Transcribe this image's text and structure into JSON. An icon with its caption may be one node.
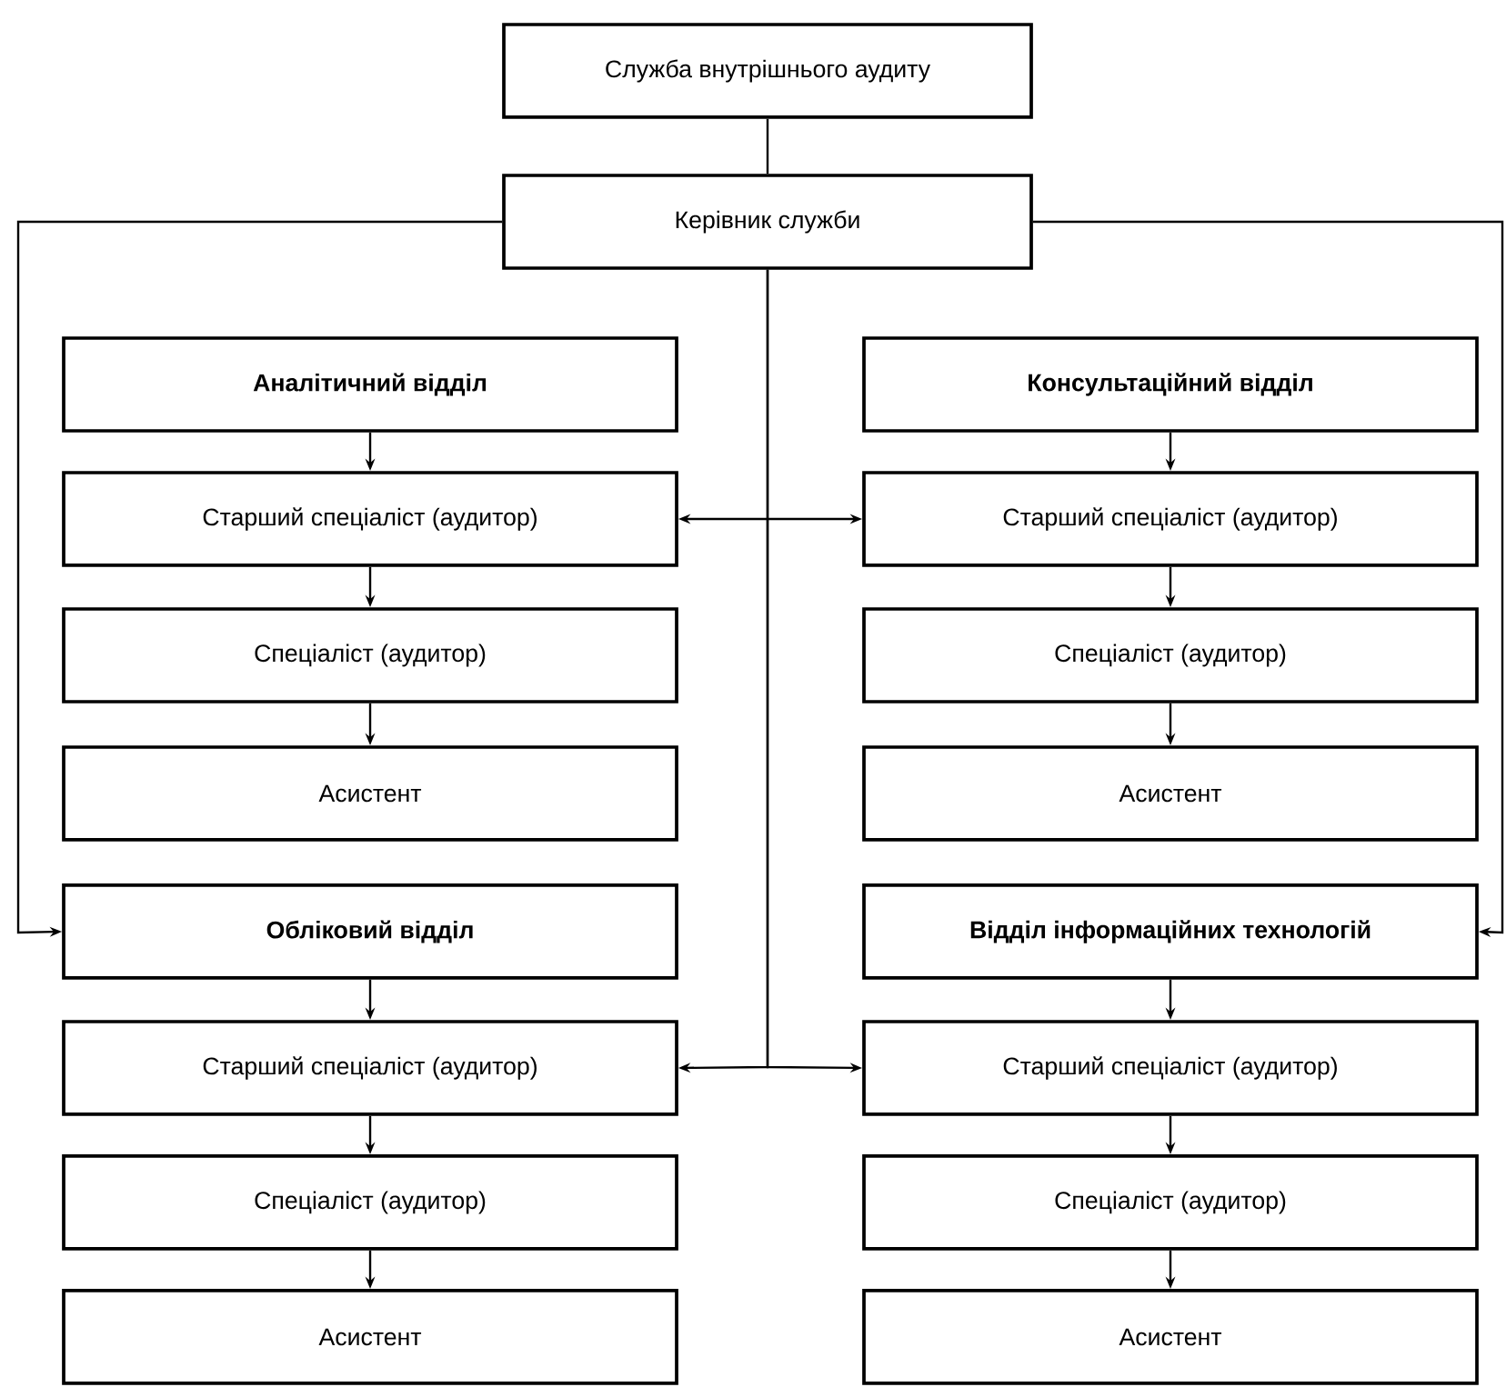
{
  "diagram": {
    "nodes": [
      {
        "text": [
          "Служба внутрішнього аудиту"
        ]
      },
      {
        "text": [
          "Керівник служби"
        ]
      },
      {
        "text": [
          "Аналітичний відділ"
        ]
      },
      {
        "text": [
          "Старший спеціаліст (аудитор)"
        ]
      },
      {
        "text": [
          "Спеціаліст (аудитор)"
        ]
      },
      {
        "text": [
          "Асистент"
        ]
      },
      {
        "text": [
          "Консультаційний відділ"
        ]
      },
      {
        "text": [
          "Старший спеціаліст (аудитор)"
        ]
      },
      {
        "text": [
          "Спеціаліст (аудитор)"
        ]
      },
      {
        "text": [
          "Асистент"
        ]
      },
      {
        "text": [
          "Обліковий відділ"
        ]
      },
      {
        "text": [
          "Старший спеціаліст (аудитор)"
        ]
      },
      {
        "text": [
          "Спеціаліст (аудитор)"
        ]
      },
      {
        "text": [
          "Асистент"
        ]
      },
      {
        "text": [
          "Відділ інформаційних технологій"
        ]
      },
      {
        "text": [
          "Старший спеціаліст (аудитор)"
        ]
      },
      {
        "text": [
          "Спеціаліст (аудитор)"
        ]
      },
      {
        "text": [
          "Асистент"
        ]
      }
    ],
    "edges": [
      {
        "from": 0,
        "to": 1,
        "arrow": "none"
      },
      {
        "from": 1,
        "to": 10,
        "arrow": "to"
      },
      {
        "from": 1,
        "to": 14,
        "arrow": "to"
      },
      {
        "from": 1,
        "to": 11,
        "arrow": "to"
      },
      {
        "from": 1,
        "to": 15,
        "arrow": "to"
      },
      {
        "from": 3,
        "to": 7,
        "arrow": "both"
      },
      {
        "from": 2,
        "to": 3,
        "arrow": "to"
      },
      {
        "from": 3,
        "to": 4,
        "arrow": "to"
      },
      {
        "from": 4,
        "to": 5,
        "arrow": "to"
      },
      {
        "from": 6,
        "to": 7,
        "arrow": "to"
      },
      {
        "from": 7,
        "to": 8,
        "arrow": "to"
      },
      {
        "from": 8,
        "to": 9,
        "arrow": "to"
      },
      {
        "from": 10,
        "to": 11,
        "arrow": "to"
      },
      {
        "from": 11,
        "to": 12,
        "arrow": "to"
      },
      {
        "from": 12,
        "to": 13,
        "arrow": "to"
      },
      {
        "from": 14,
        "to": 15,
        "arrow": "to"
      },
      {
        "from": 15,
        "to": 16,
        "arrow": "to"
      },
      {
        "from": 16,
        "to": 17,
        "arrow": "to"
      }
    ]
  }
}
